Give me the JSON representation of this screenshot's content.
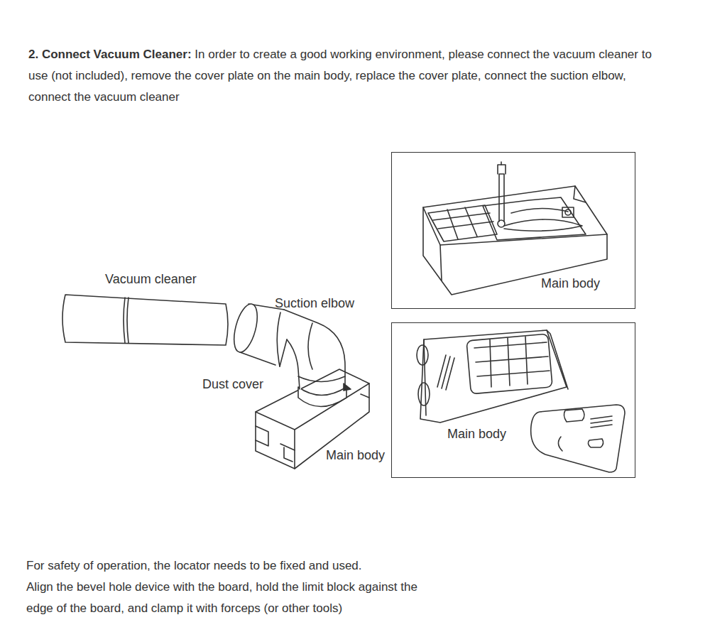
{
  "diagram": {
    "title": "2. Connect Vacuum Cleaner:",
    "nodes": [
      {
        "text": [
          "Main body"
        ]
      },
      {
        "text": [
          "Main body"
        ]
      }
    ],
    "labels": [
      "In order to create a good working environment, please connect the vacuum cleaner to use (not included), remove the cover plate on the main body, replace the cover plate, connect the suction elbow, connect the vacuum cleaner",
      "Vacuum cleaner",
      "Suction elbow",
      "Dust cover",
      "Main body",
      "For safety of operation, the locator needs to be fixed and used.",
      "Align the bevel hole device with the board, hold the limit block against the edge of the board, and clamp it with forceps (or other tools)"
    ]
  }
}
